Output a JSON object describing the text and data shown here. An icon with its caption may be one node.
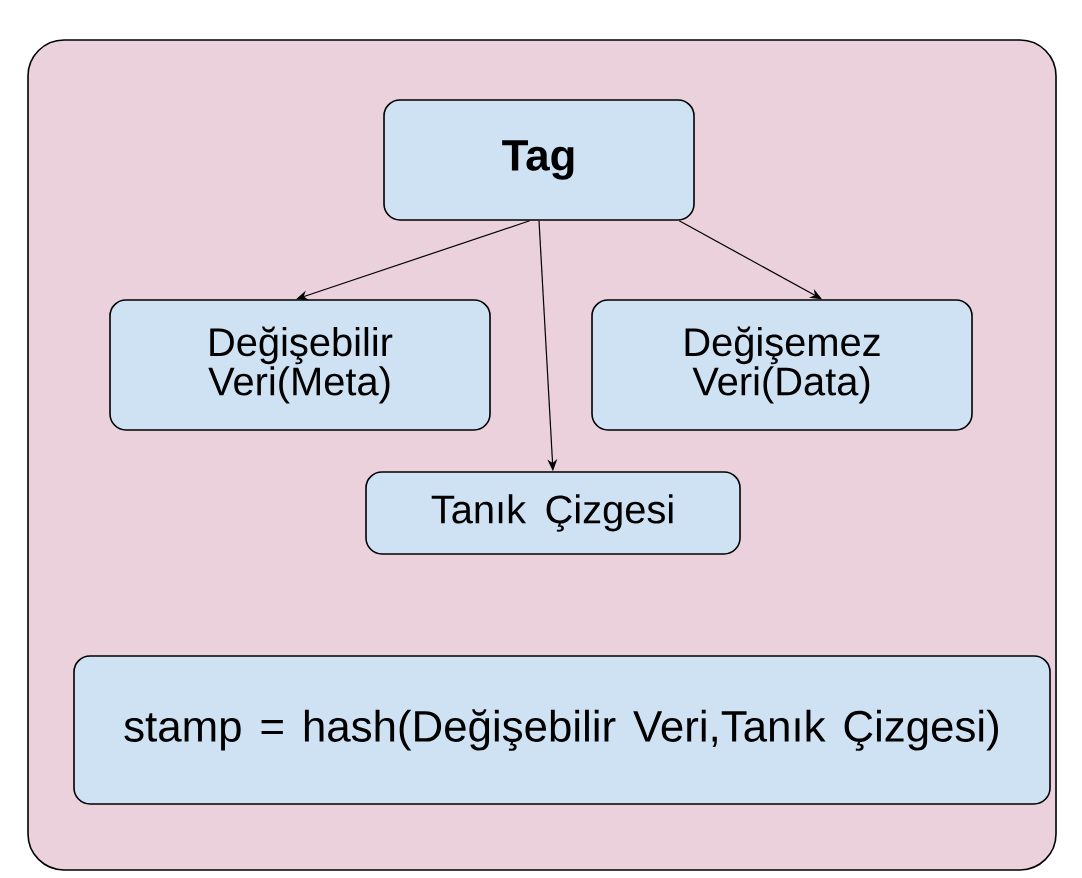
{
  "diagram": {
    "nodes": [
      {
        "text": [],
        "shape": "box"
      },
      {
        "text": [
          "Tag"
        ],
        "in": 0
      },
      {
        "text": [
          "Değişebilir Veri(Meta)"
        ],
        "in": 0
      },
      {
        "text": [
          "Değişemez Veri(Data)"
        ],
        "in": 0
      },
      {
        "text": [
          "Tanık Çizgesi"
        ],
        "in": 0
      },
      {
        "text": [
          "stamp = hash(Değişebilir Veri,Tanık Çizgesi)"
        ],
        "in": 0
      }
    ],
    "edges": [
      {
        "from": 1,
        "to": 2,
        "arrow": "to"
      },
      {
        "from": 1,
        "to": 4,
        "arrow": "to"
      },
      {
        "from": 1,
        "to": 3,
        "arrow": "to"
      }
    ]
  }
}
